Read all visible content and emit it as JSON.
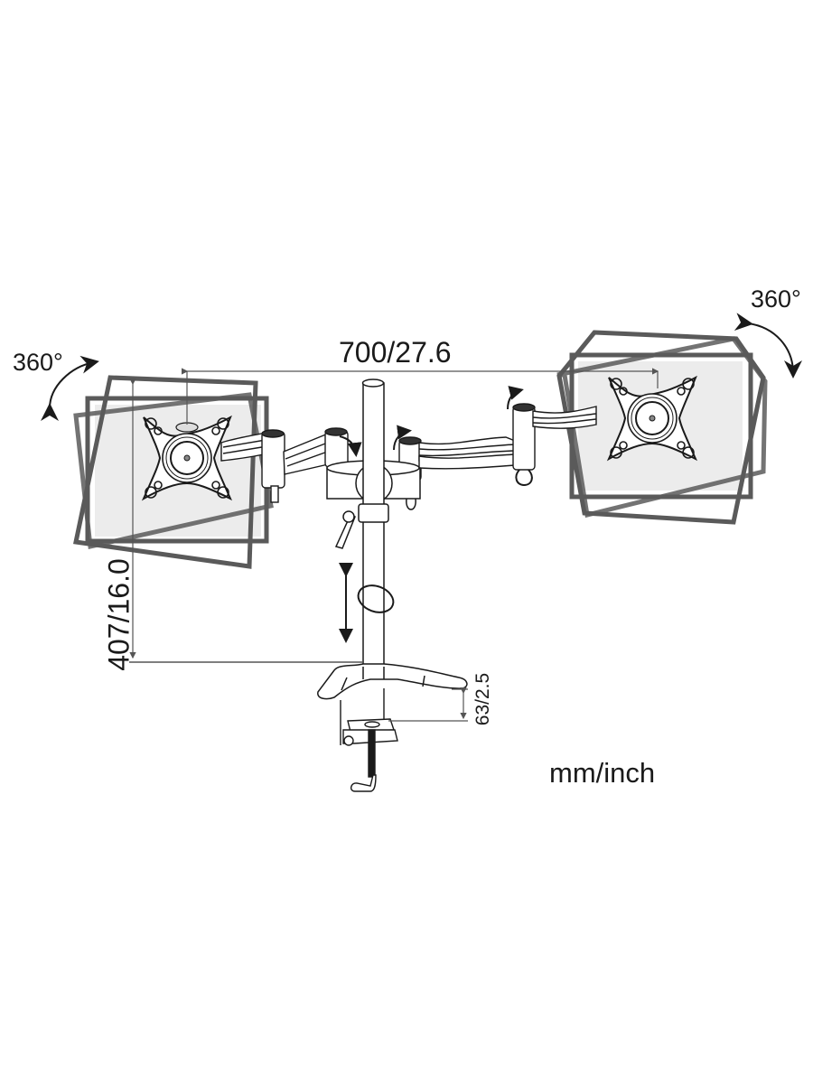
{
  "diagram": {
    "subject": "Dual monitor desk mount with articulating arms, pole and desk clamp",
    "rotation": {
      "left_label": "360°",
      "right_label": "360°"
    },
    "dimensions": {
      "arm_span": "700/27.6",
      "pole_height": "407/16.0",
      "clamp_thickness": "63/2.5"
    },
    "units_label": "mm/inch",
    "colors": {
      "frame_stroke": "#5a5a5a",
      "screen_fill": "#ececec",
      "line": "#1a1a1a",
      "dimension_line": "#555555",
      "background": "#ffffff"
    },
    "components": [
      "left-monitor-frame",
      "right-monitor-frame",
      "left-vesa-plate",
      "right-vesa-plate",
      "left-arm",
      "right-arm",
      "pole",
      "pole-collar",
      "height-lock-lever",
      "base",
      "desk-clamp",
      "clamp-screw-handle"
    ]
  }
}
